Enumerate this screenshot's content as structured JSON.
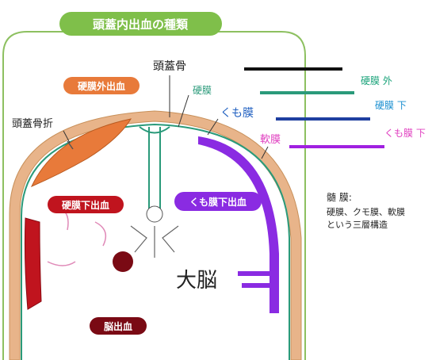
{
  "title": "頭蓋内出血の種類",
  "labels": {
    "skull": "頭蓋骨",
    "skull_fracture": "頭蓋骨折",
    "dura": "硬膜",
    "arachnoid": "くも膜",
    "pia": "軟膜",
    "brain": "大脳"
  },
  "hemorrhages": {
    "epidural": "硬膜外出血",
    "subdural": "硬膜下出血",
    "subarachnoid": "くも膜下出血",
    "intracerebral": "脳出血"
  },
  "legend": {
    "items": [
      {
        "label": "硬膜 外",
        "color": "#1aa37a"
      },
      {
        "label": "硬膜 下",
        "color": "#1a8fd0"
      },
      {
        "label": "くも膜 下",
        "color": "#e040c0"
      }
    ]
  },
  "note": {
    "line1": "髄 膜:",
    "line2": "硬膜、クモ膜、軟膜",
    "line3": "という三層構造"
  },
  "colors": {
    "frame_green": "#8dc060",
    "skull": "#e8b48a",
    "epidural": "#e87a3a",
    "subdural": "#c0141e",
    "arachnoid_purple": "#8a2be2",
    "dura_teal": "#2a9a7a",
    "brain_bleed": "#7a0a14"
  }
}
